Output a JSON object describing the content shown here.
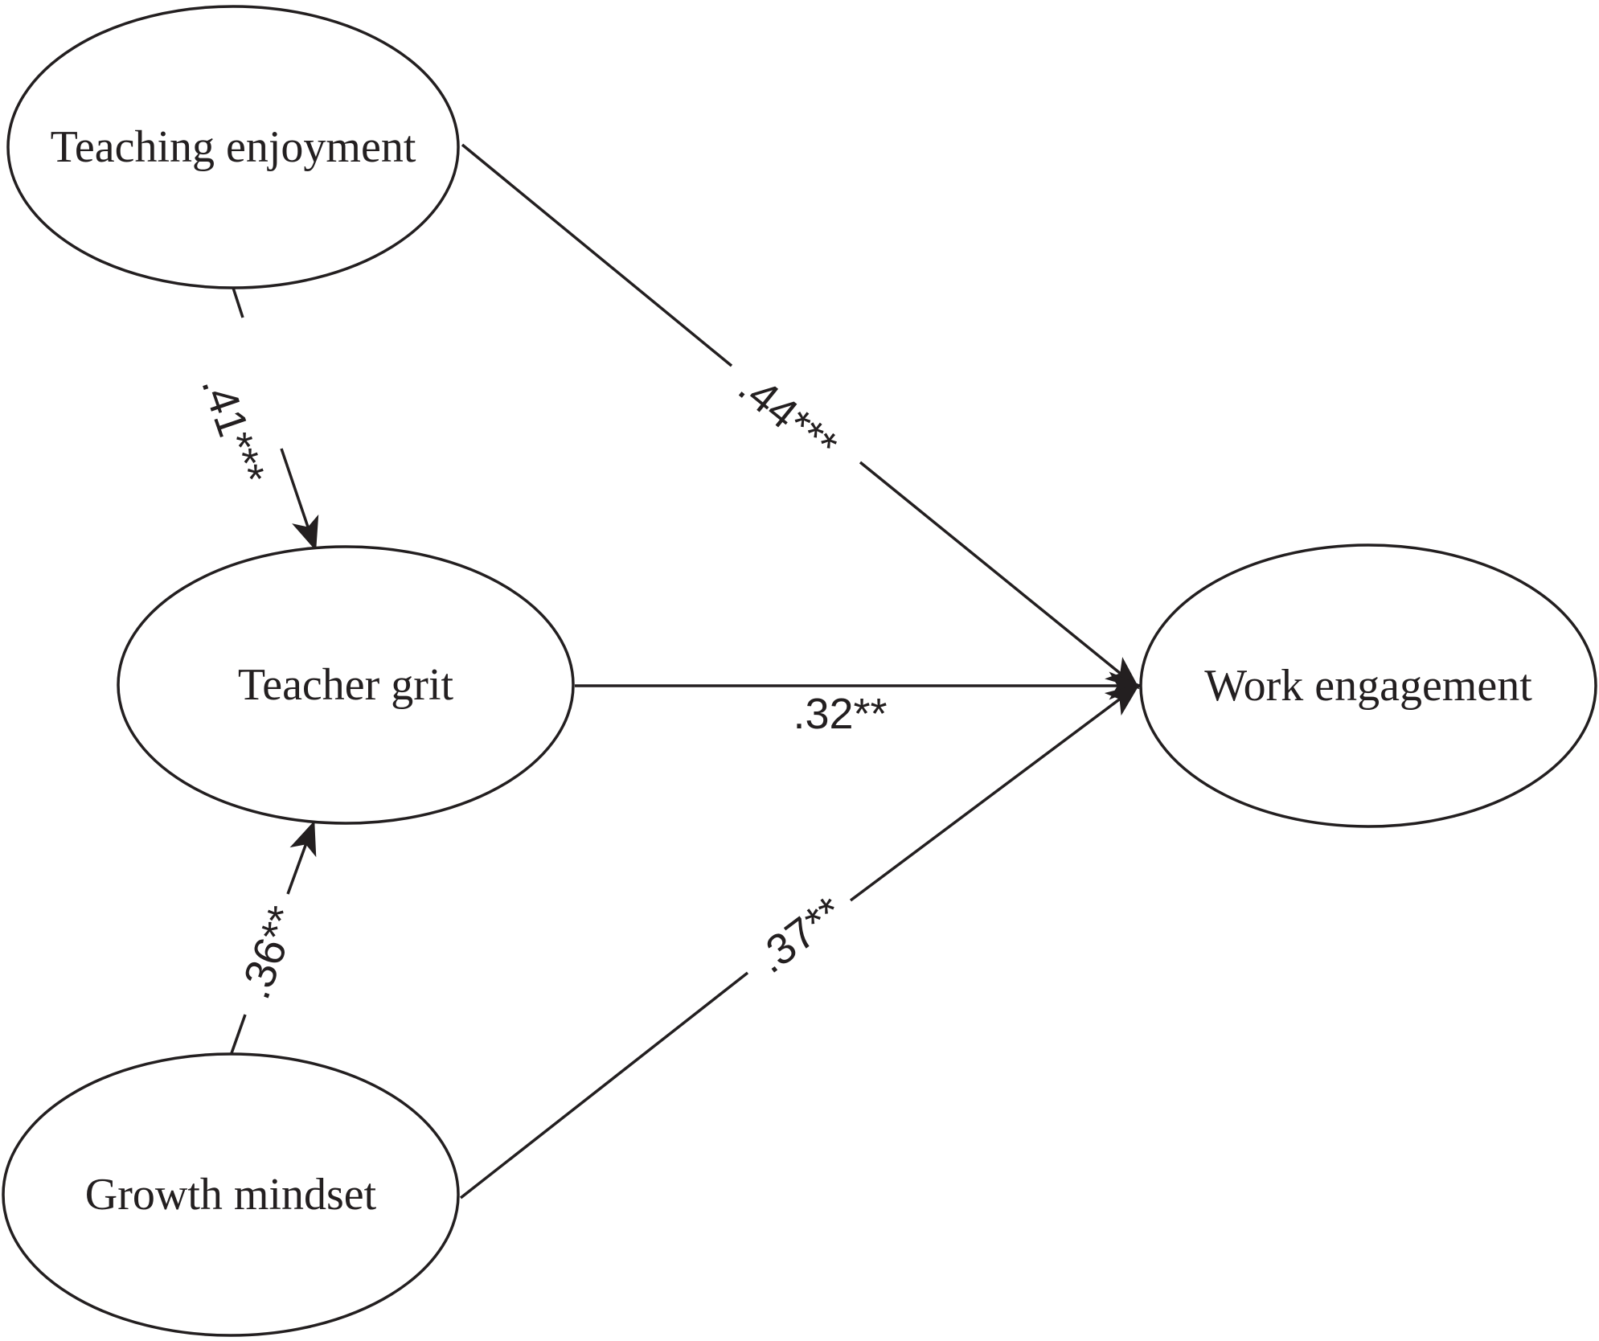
{
  "nodes": {
    "teaching_enjoyment": "Teaching enjoyment",
    "teacher_grit": "Teacher grit",
    "growth_mindset": "Growth mindset",
    "work_engagement": "Work engagement"
  },
  "edges": {
    "te_to_tg": ".41***",
    "te_to_we": ".44***",
    "tg_to_we": ".32**",
    "gm_to_tg": ".36**",
    "gm_to_we": ".37**"
  },
  "colors": {
    "stroke": "#231f20",
    "background": "#ffffff"
  }
}
